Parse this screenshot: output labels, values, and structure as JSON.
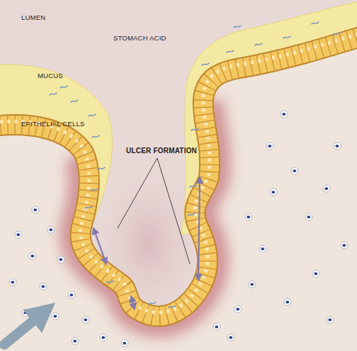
{
  "diagram": {
    "labels": [
      "LUMEN",
      "STOMACH ACID",
      "MUCUS",
      "EPITHELIAL CELLS",
      "ULCER FORMATION"
    ]
  }
}
